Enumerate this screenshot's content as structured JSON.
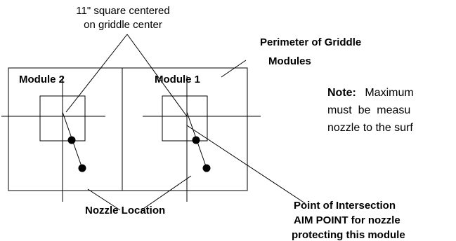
{
  "callout_square": {
    "line1": "11\" square centered",
    "line2": "on griddle center"
  },
  "perimeter_label": {
    "line1": "Perimeter of Griddle",
    "line2": "Modules"
  },
  "modules": [
    {
      "label": "Module 2"
    },
    {
      "label": "Module 1"
    }
  ],
  "note": {
    "heading": "Note:",
    "line1_rest": "Maximum",
    "line2": "must  be  measu",
    "line3": "nozzle to the surf"
  },
  "nozzle_label": "Nozzle Location",
  "aim_label": {
    "line1": "Point of Intersection",
    "line2": "AIM POINT for nozzle",
    "line3": "protecting this module"
  }
}
